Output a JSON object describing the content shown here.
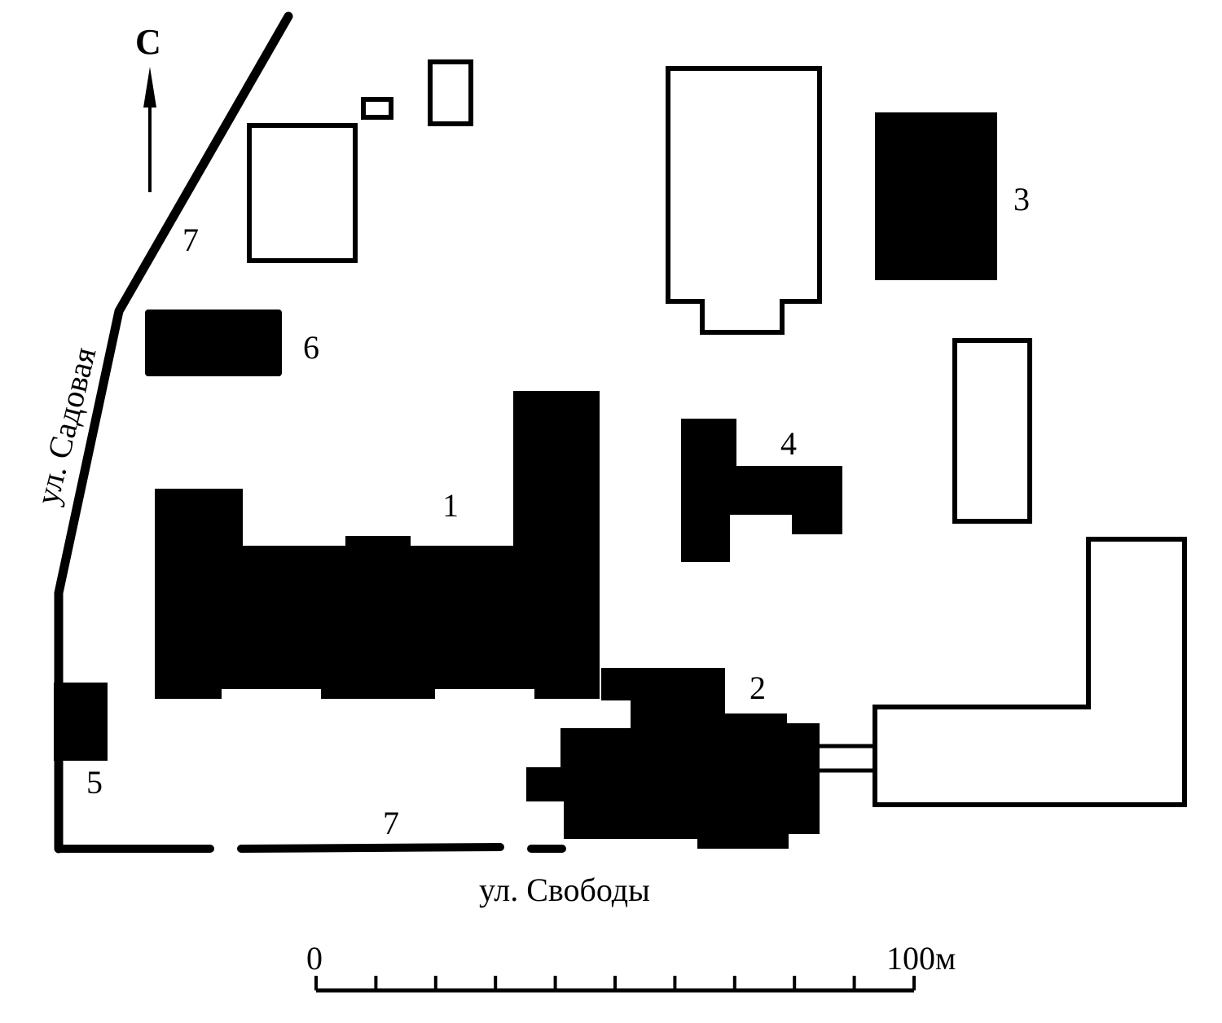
{
  "north": {
    "label": "С"
  },
  "streets": {
    "sadovaya": "ул. Садовая",
    "svobody": "ул. Свободы"
  },
  "buildings": {
    "b1": {
      "label": "1",
      "filled": true
    },
    "b2": {
      "label": "2",
      "filled": true
    },
    "b3": {
      "label": "3",
      "filled": true
    },
    "b4": {
      "label": "4",
      "filled": true
    },
    "b5": {
      "label": "5",
      "filled": true
    },
    "b6": {
      "label": "6",
      "filled": true
    }
  },
  "fence": {
    "label_west": "7",
    "label_south": "7"
  },
  "scale_bar": {
    "start_label": "0",
    "end_label": "100м",
    "divisions": 10
  },
  "colors": {
    "ink": "#000000",
    "paper": "#ffffff"
  }
}
